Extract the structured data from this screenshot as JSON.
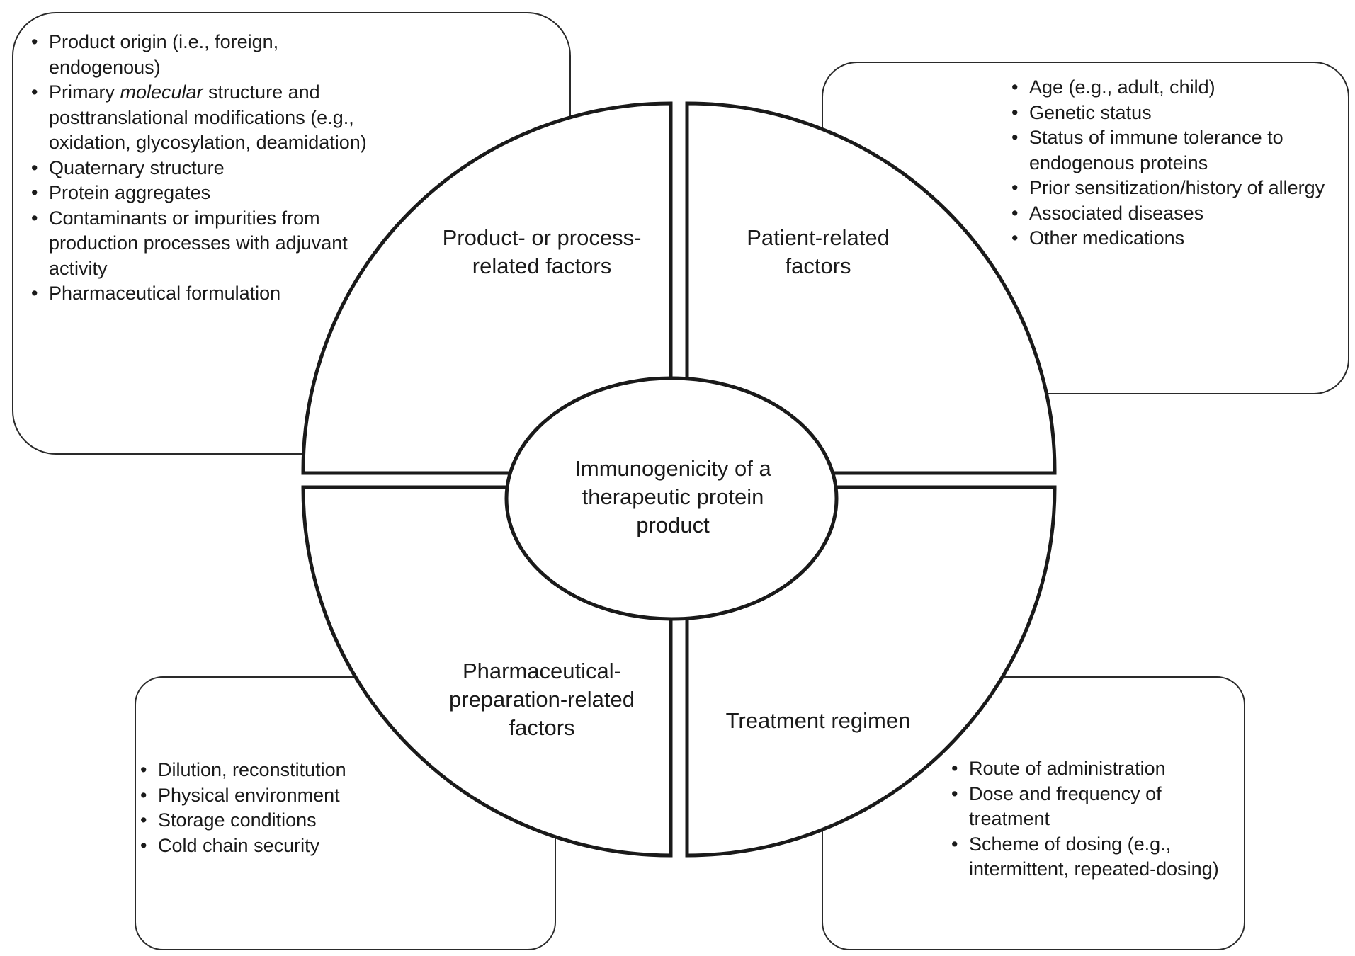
{
  "product_box": {
    "item_0": "Product origin (i.e., foreign, endogenous)",
    "item_1_pre": "Primary ",
    "item_1_italic": "molecular",
    "item_1_post": " structure and posttranslational modifications (e.g., oxidation, glycosylation, deamidation)",
    "item_2": "Quaternary structure",
    "item_3": "Protein aggregates",
    "item_4": "Contaminants or impurities from production processes with adjuvant activity",
    "item_5": "Pharmaceutical formulation"
  },
  "patient_box": {
    "items": [
      "Age (e.g., adult, child)",
      "Genetic status",
      "Status of immune tolerance to endogenous proteins",
      "Prior sensitization/history of allergy",
      "Associated diseases",
      "Other medications"
    ]
  },
  "pharma_box": {
    "items": [
      "Dilution, reconstitution",
      "Physical environment",
      "Storage conditions",
      "Cold chain security"
    ]
  },
  "treatment_box": {
    "items": [
      "Route of administration",
      "Dose and frequency of treatment",
      "Scheme of dosing (e.g., intermittent, repeated-dosing)"
    ]
  },
  "wheel": {
    "quadrant_product": "Product- or process-related factors",
    "quadrant_patient": "Patient-related factors",
    "quadrant_pharma": "Pharmaceutical-preparation-related factors",
    "quadrant_treatment": "Treatment regimen",
    "center": "Immunogenicity of a therapeutic protein product"
  }
}
